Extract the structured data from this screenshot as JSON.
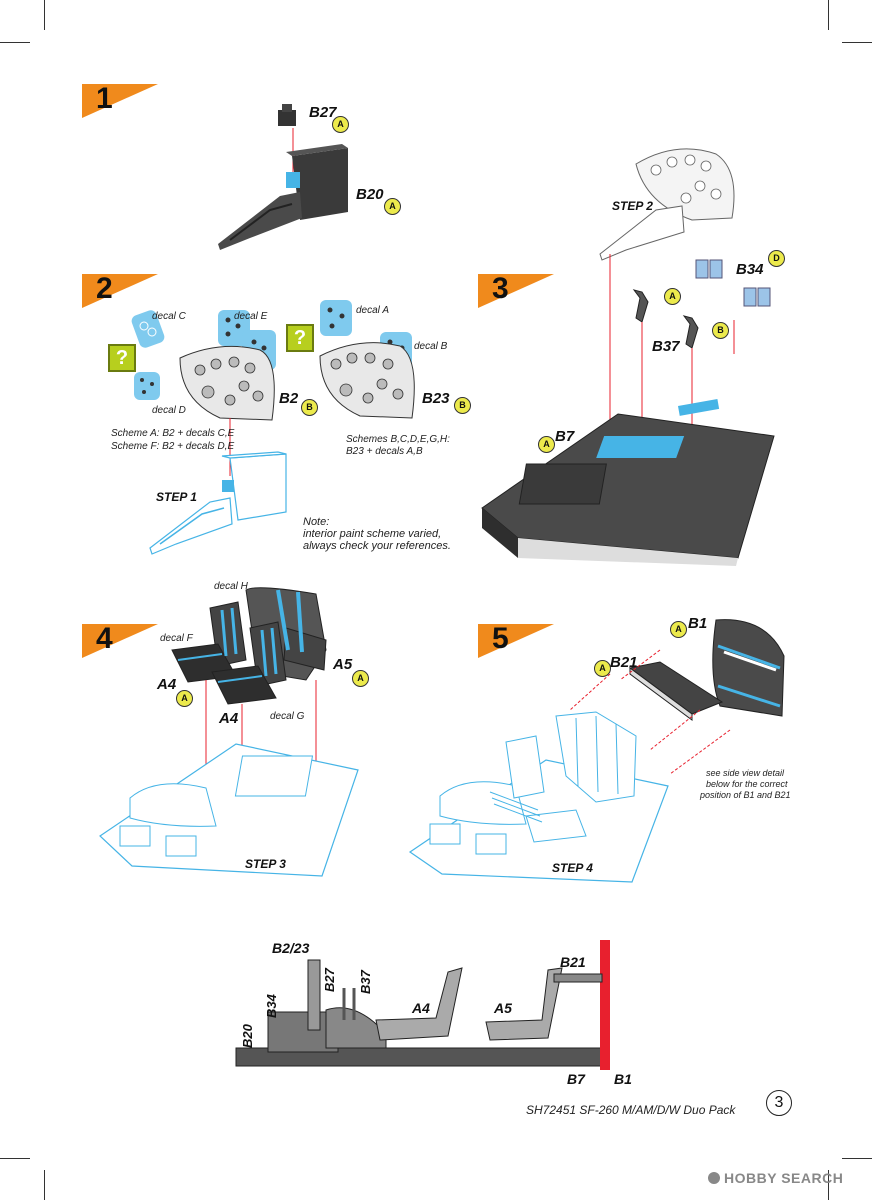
{
  "steps": [
    {
      "number": "1"
    },
    {
      "number": "2"
    },
    {
      "number": "3"
    },
    {
      "number": "4"
    },
    {
      "number": "5"
    }
  ],
  "step1": {
    "parts": [
      {
        "label": "B27",
        "code": "A"
      },
      {
        "label": "B20",
        "code": "A"
      }
    ]
  },
  "step2": {
    "decals": {
      "c": "decal C",
      "d": "decal D",
      "e": "decal E",
      "a": "decal A",
      "b": "decal B"
    },
    "parts": [
      {
        "label": "B2",
        "code": "B"
      },
      {
        "label": "B23",
        "code": "B"
      }
    ],
    "scheme_a": "Scheme A: B2 + decals C,E",
    "scheme_f": "Scheme F: B2 + decals D,E",
    "schemes_bcdegh_1": "Schemes B,C,D,E,G,H:",
    "schemes_bcdegh_2": "B23 + decals A,B",
    "prev_step": "STEP 1",
    "note_1": "Note:",
    "note_2": "interior paint scheme varied,",
    "note_3": "always check your references.",
    "question": "?"
  },
  "step3": {
    "prev_step": "STEP 2",
    "parts": [
      {
        "label": "B34",
        "code": "D"
      },
      {
        "label": "B37",
        "code": "A"
      },
      {
        "label": "B7",
        "code": "A"
      }
    ],
    "b37_second_code": "B"
  },
  "step4": {
    "decals": {
      "h": "decal H",
      "f": "decal F",
      "g": "decal G"
    },
    "parts": [
      {
        "label": "A4",
        "code": "A"
      },
      {
        "label": "A4",
        "code": ""
      },
      {
        "label": "A5",
        "code": "A"
      }
    ],
    "prev_step": "STEP 3"
  },
  "step5": {
    "parts": [
      {
        "label": "B1",
        "code": "A"
      },
      {
        "label": "B21",
        "code": "A"
      }
    ],
    "side_note_1": "see side view detail",
    "side_note_2": "below for the correct",
    "side_note_3": "position of B1 and B21",
    "prev_step": "STEP 4"
  },
  "side_view": {
    "labels": [
      "B2/23",
      "B27",
      "B37",
      "B34",
      "B20",
      "A4",
      "A5",
      "B21",
      "B7",
      "B1"
    ]
  },
  "footer": {
    "title": "SH72451 SF-260 M/AM/D/W Duo Pack",
    "page": "3"
  },
  "watermark": "HOBBY SEARCH",
  "colors": {
    "orange": "#f08a1c",
    "blue": "#46b4e6",
    "red_marker": "#e8202e",
    "gray": "#4a4a4a"
  }
}
